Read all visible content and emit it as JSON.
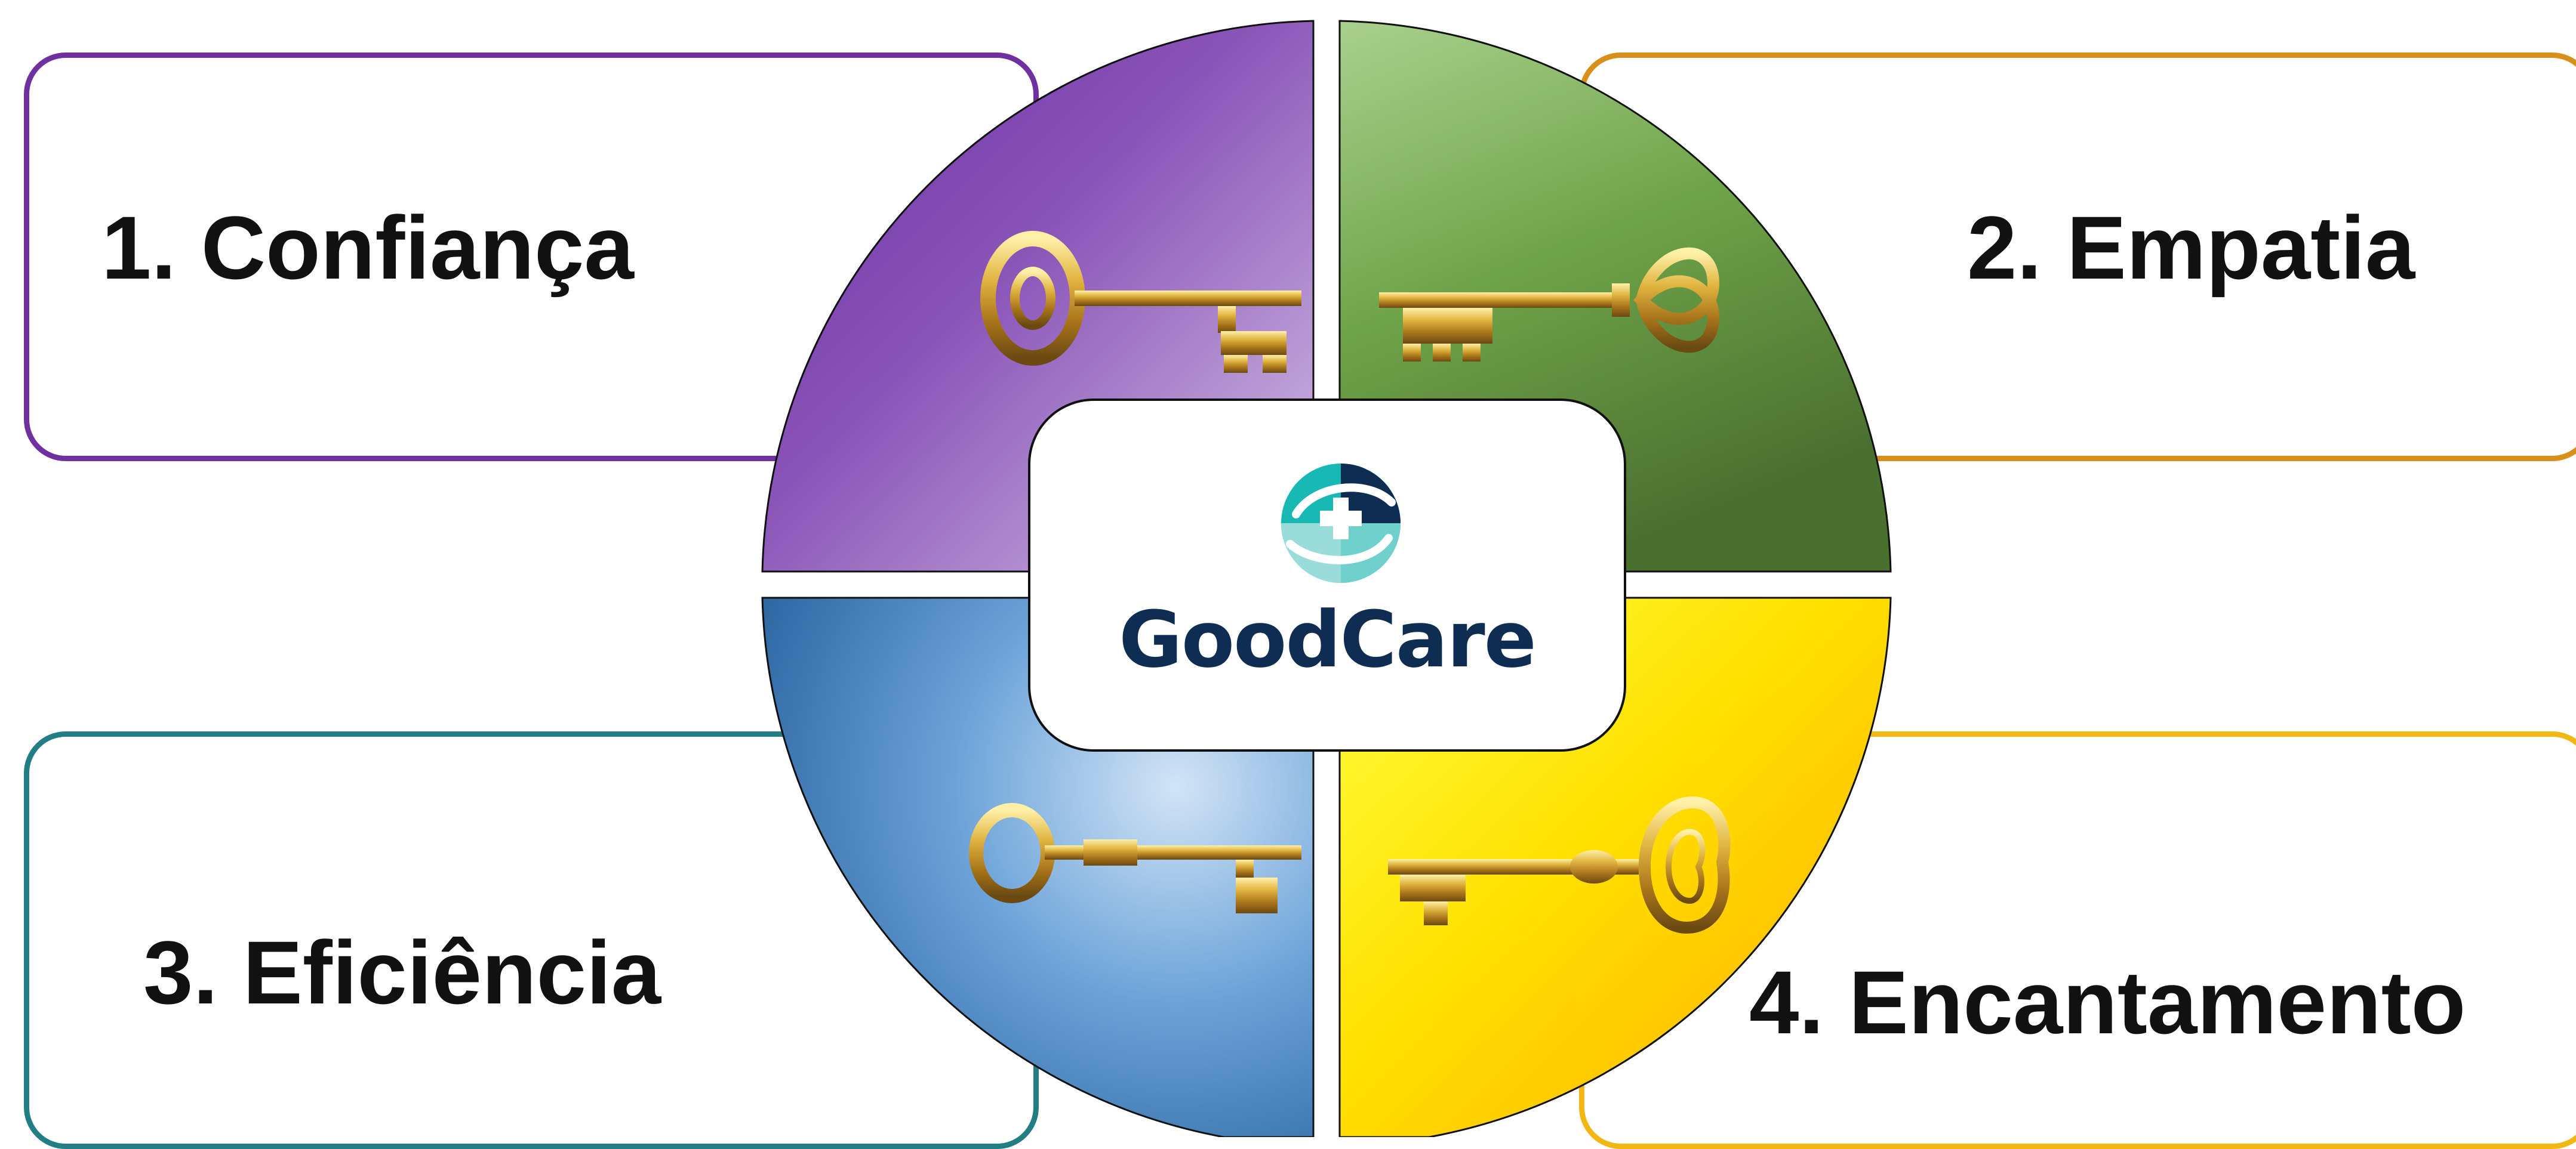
{
  "pillars": [
    {
      "label": "1. Confiança",
      "color": "#7030a0"
    },
    {
      "label": "2. Empatia",
      "color": "#d8901a"
    },
    {
      "label": "3. Eficiência",
      "color": "#237d85"
    },
    {
      "label": "4. Encantamento",
      "color": "#f2b712"
    }
  ],
  "center": {
    "brand": "GoodCare",
    "brand_color": "#0f2d52"
  },
  "quadrant_colors": {
    "top_left": [
      "#c9b3df",
      "#7030a0"
    ],
    "top_right": [
      "#a9d18e",
      "#507a30"
    ],
    "bottom_left": [
      "#bcd7f0",
      "#2e67a0"
    ],
    "bottom_right": [
      "#ffff33",
      "#ffb400"
    ]
  },
  "icons": [
    "key-icon",
    "key-icon",
    "key-icon",
    "key-icon",
    "goodcare-logo-icon"
  ]
}
